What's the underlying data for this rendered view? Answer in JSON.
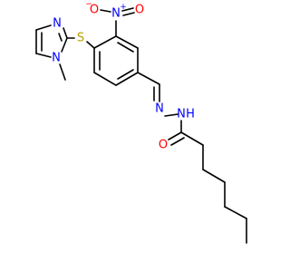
{
  "colors": {
    "bond": "#000000",
    "carbon_bond": "#000000",
    "nitrogen": "#0000ff",
    "oxygen": "#ff0000",
    "sulfur": "#b8a000"
  },
  "atoms": {
    "nitro_o_minus": "O",
    "nitro_o_minus_charge": "−",
    "nitro_n": "N",
    "nitro_n_charge": "+",
    "nitro_o": "O",
    "thioether_s": "S",
    "imidazole_n3": "N",
    "imidazole_n1": "N",
    "hydrazone_n": "N",
    "hydrazide_nh": "N",
    "hydrazide_h": "H",
    "carbonyl_o": "O"
  }
}
